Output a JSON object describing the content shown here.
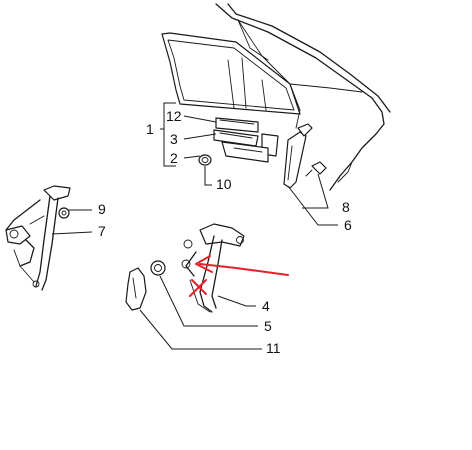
{
  "callouts": {
    "c1": "1",
    "c12": "12",
    "c3": "3",
    "c2": "2",
    "c10": "10",
    "c8": "8",
    "c6": "6",
    "c9": "9",
    "c7": "7",
    "c4": "4",
    "c5": "5",
    "c11": "11"
  },
  "colors": {
    "line": "#1a1a1a",
    "annotation": "#e8202a"
  }
}
